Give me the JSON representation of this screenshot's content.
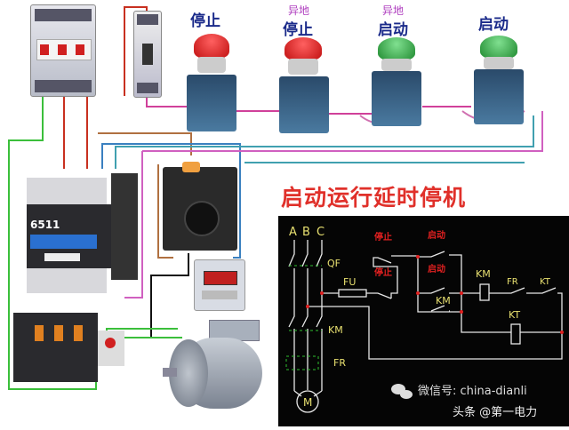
{
  "buttons": [
    {
      "sub": "",
      "label": "停止",
      "cap_color": "#d42020"
    },
    {
      "sub": "异地",
      "label": "停止",
      "cap_color": "#d42020"
    },
    {
      "sub": "异地",
      "label": "启动",
      "cap_color": "#2aa040"
    },
    {
      "sub": "",
      "label": "启动",
      "cap_color": "#2aa040"
    }
  ],
  "contactor": {
    "model": "6511"
  },
  "title": "启动运行延时停机",
  "schematic": {
    "phases": [
      "A",
      "B",
      "C"
    ],
    "qf": "QF",
    "fu": "FU",
    "km_main": "KM",
    "fr_main": "FR",
    "motor": "M",
    "stop1": "停止",
    "stop2": "停止",
    "start1": "启动",
    "start2": "启动",
    "km_aux": "KM",
    "km_coil": "KM",
    "fr_contact": "FR",
    "kt_contact": "KT",
    "kt_coil": "KT"
  },
  "watermark": {
    "line1": "微信号: china-dianli",
    "line2": "头条 @第一电力"
  },
  "colors": {
    "title": "#e0302a",
    "panel_bg": "#050505",
    "schematic_label": "#e8e070",
    "schematic_red": "#e02020",
    "dashed": "#30c030"
  }
}
